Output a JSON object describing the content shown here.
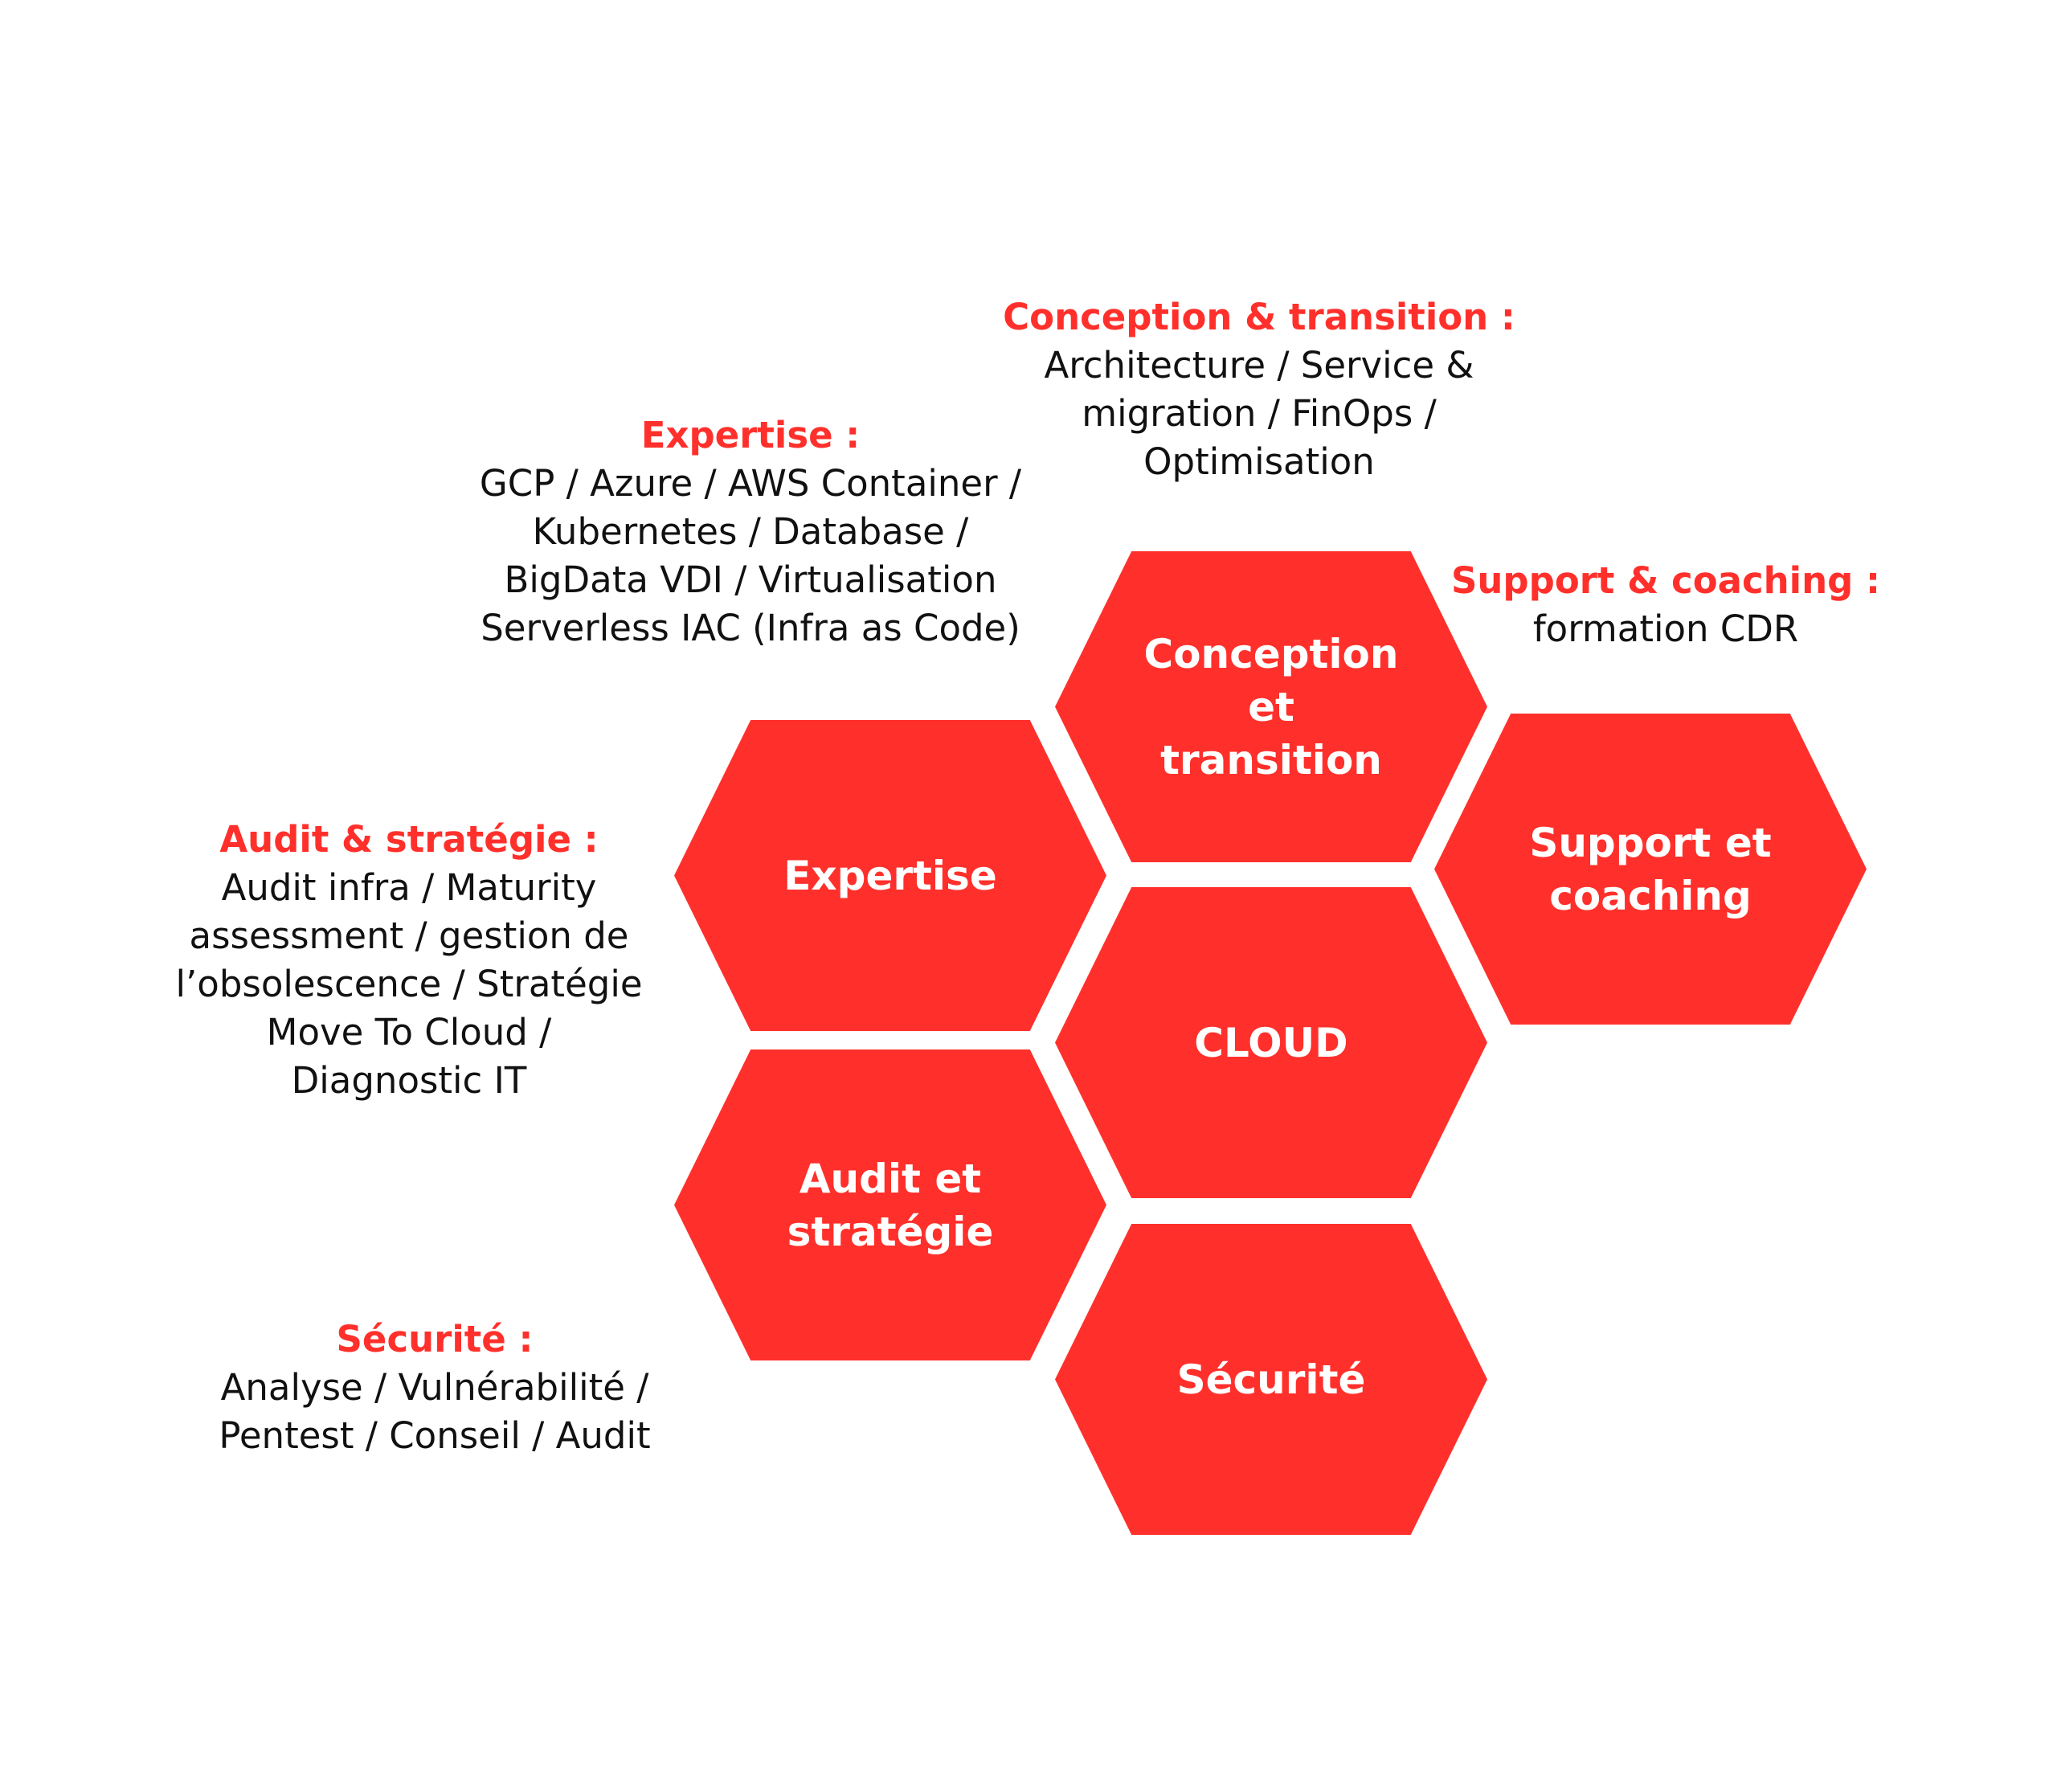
{
  "accent_color": "#ff302b",
  "hexagons": {
    "conception": {
      "lines": [
        "Conception",
        "et",
        "transition"
      ]
    },
    "expertise": {
      "lines": [
        "Expertise"
      ]
    },
    "support": {
      "lines": [
        "Support et",
        "coaching"
      ]
    },
    "cloud": {
      "lines": [
        "CLOUD"
      ]
    },
    "audit": {
      "lines": [
        "Audit et",
        "stratégie"
      ]
    },
    "securite": {
      "lines": [
        "Sécurité"
      ]
    }
  },
  "descriptions": {
    "conception": {
      "heading": "Conception & transition :",
      "lines": [
        "Architecture / Service &",
        "migration / FinOps /",
        "Optimisation"
      ]
    },
    "expertise": {
      "heading": "Expertise :",
      "lines": [
        "GCP / Azure / AWS Container /",
        "Kubernetes / Database /",
        "BigData VDI / Virtualisation",
        "Serverless IAC (Infra as Code)"
      ]
    },
    "support": {
      "heading": "Support & coaching :",
      "lines": [
        "formation CDR"
      ]
    },
    "audit": {
      "heading": "Audit & stratégie :",
      "lines": [
        "Audit infra / Maturity",
        "assessment / gestion de",
        "l’obsolescence / Stratégie",
        "Move To Cloud /",
        "Diagnostic IT"
      ]
    },
    "securite": {
      "heading": "Sécurité :",
      "lines": [
        "Analyse / Vulnérabilité /",
        "Pentest / Conseil / Audit"
      ]
    }
  }
}
